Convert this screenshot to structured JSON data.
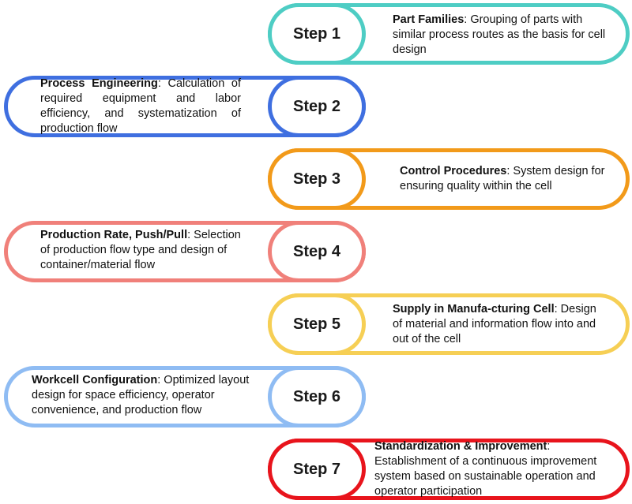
{
  "steps": [
    {
      "label": "Step 1",
      "title": "Part Families",
      "text": ": Grouping of parts with similar process routes as the basis for cell design",
      "color": "#4ecdc4",
      "side": "right"
    },
    {
      "label": "Step 2",
      "title": "Process Engineering",
      "text": ": Calculation of required equipment and labor efficiency, and systematization of production flow",
      "color": "#3f6fe0",
      "side": "left"
    },
    {
      "label": "Step 3",
      "title": "Control Procedures",
      "text": ": System design for ensuring quality within the cell",
      "color": "#f29a1a",
      "side": "right"
    },
    {
      "label": "Step 4",
      "title": "Production Rate, Push/Pull",
      "text": ": Selection of production flow type and design of container/material flow",
      "color": "#f0807a",
      "side": "left"
    },
    {
      "label": "Step 5",
      "title": "Supply in Manufa-cturing Cell",
      "text": ": Design of material and information flow into and out of the cell",
      "color": "#f6cf55",
      "side": "right"
    },
    {
      "label": "Step 6",
      "title": "Workcell Configuration",
      "text": ": Optimized layout design for space efficiency, operator convenience, and production flow",
      "color": "#8fbcf3",
      "side": "left"
    },
    {
      "label": "Step 7",
      "title": "Standardization & Improvement",
      "text": ": Establishment of a continuous improvement system based on sustainable operation and operator participation",
      "color": "#e8141c",
      "side": "right"
    }
  ]
}
